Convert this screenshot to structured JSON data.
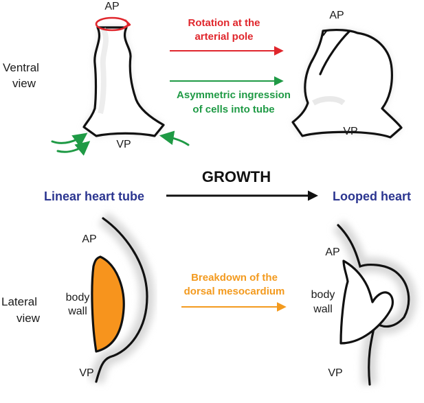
{
  "labels": {
    "ap": "AP",
    "vp": "VP",
    "ventral_view": [
      "Ventral",
      "view"
    ],
    "lateral_view": [
      "Lateral",
      "view"
    ],
    "body_wall": [
      "body",
      "wall"
    ],
    "rotation": [
      "Rotation at the",
      "arterial pole"
    ],
    "ingression": [
      "Asymmetric ingression",
      "of cells into tube"
    ],
    "breakdown": [
      "Breakdown of the",
      "dorsal mesocardium"
    ],
    "growth": "GROWTH",
    "linear_heart_tube": "Linear heart tube",
    "looped_heart": "Looped heart"
  },
  "colors": {
    "rotation": "#e0262c",
    "ingression": "#1f9a45",
    "breakdown": "#f39a1e",
    "title_blue": "#2b3590",
    "body_wall_fill": "#f7941d",
    "outline": "#111111"
  }
}
